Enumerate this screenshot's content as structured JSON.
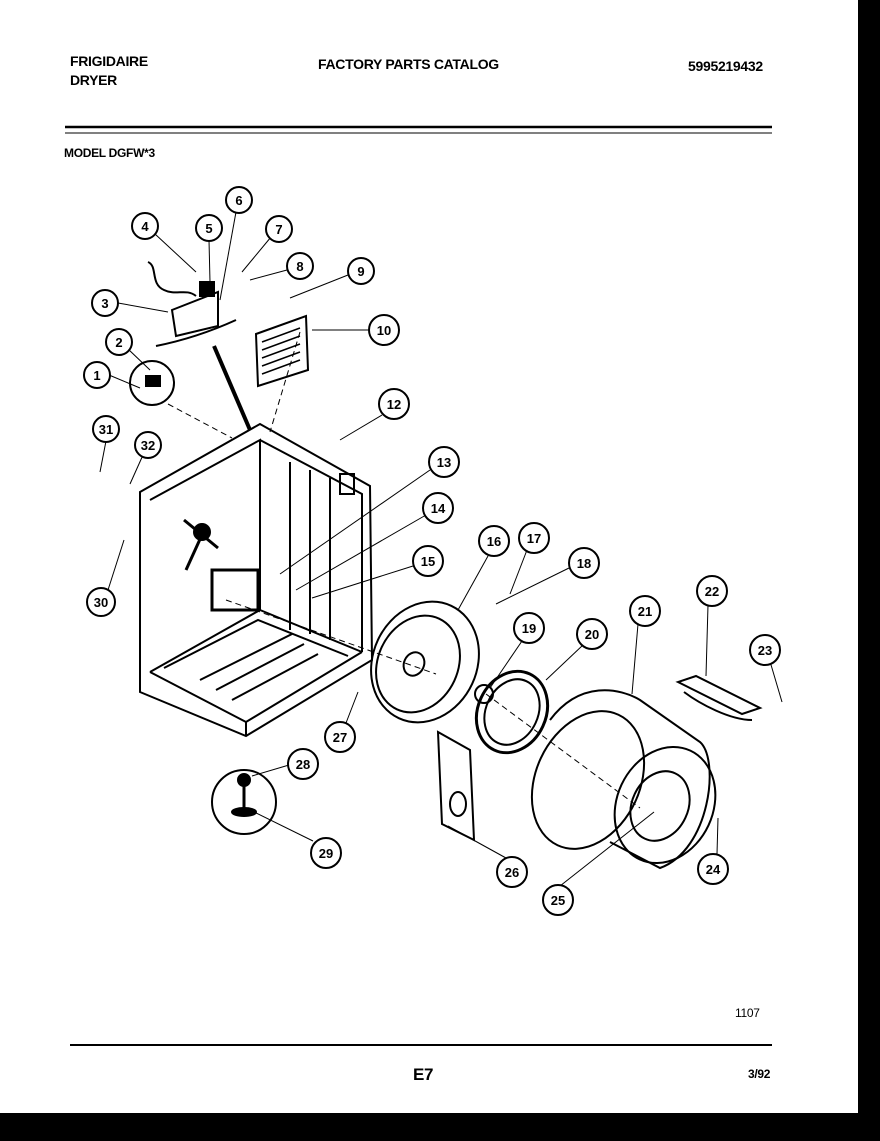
{
  "header": {
    "brand": "FRIGIDAIRE",
    "product": "DRYER",
    "catalog_title": "FACTORY PARTS CATALOG",
    "catalog_number": "5995219432",
    "model": "MODEL DGFW*3"
  },
  "callouts": [
    {
      "n": "1"
    },
    {
      "n": "2"
    },
    {
      "n": "3"
    },
    {
      "n": "4"
    },
    {
      "n": "5"
    },
    {
      "n": "6"
    },
    {
      "n": "7"
    },
    {
      "n": "8"
    },
    {
      "n": "9"
    },
    {
      "n": "10"
    },
    {
      "n": "12"
    },
    {
      "n": "13"
    },
    {
      "n": "14"
    },
    {
      "n": "15"
    },
    {
      "n": "16"
    },
    {
      "n": "17"
    },
    {
      "n": "18"
    },
    {
      "n": "19"
    },
    {
      "n": "20"
    },
    {
      "n": "21"
    },
    {
      "n": "22"
    },
    {
      "n": "23"
    },
    {
      "n": "24"
    },
    {
      "n": "25"
    },
    {
      "n": "26"
    },
    {
      "n": "27"
    },
    {
      "n": "28"
    },
    {
      "n": "29"
    },
    {
      "n": "30"
    },
    {
      "n": "31"
    },
    {
      "n": "32"
    }
  ],
  "footer": {
    "figure_number": "1107",
    "page_code": "E7",
    "date": "3/92"
  }
}
